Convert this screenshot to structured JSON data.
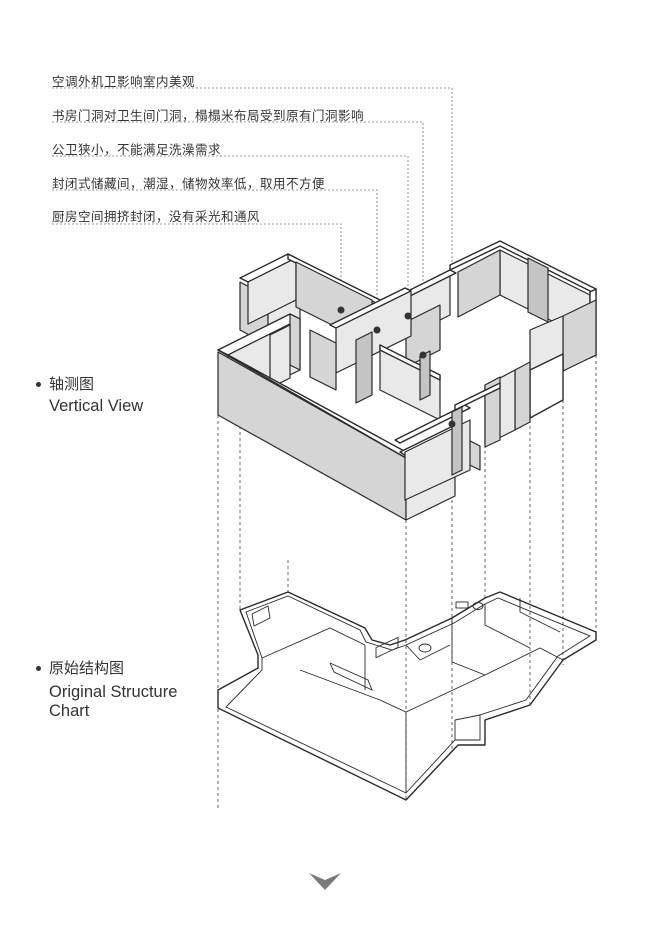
{
  "annotations": [
    "空调外机卫影响室内美观",
    "书房门洞对卫生间门洞，榻榻米布局受到原有门洞影响",
    "公卫狭小，不能满足洗澡需求",
    "封闭式储藏间，潮湿，储物效率低，取用不方便",
    "厨房空间拥挤封闭，没有采光和通风"
  ],
  "sections": {
    "axonometric": {
      "cn": "轴测图",
      "en": "Vertical View"
    },
    "original": {
      "cn": "原始结构图",
      "en_line1": "Original Structure",
      "en_line2": "Chart"
    }
  },
  "icons": {
    "scroll_indicator": "chevron-down-icon"
  },
  "colors": {
    "line": "#2a2a2a",
    "wall_face": "#d5d5d5",
    "background": "#ffffff"
  }
}
